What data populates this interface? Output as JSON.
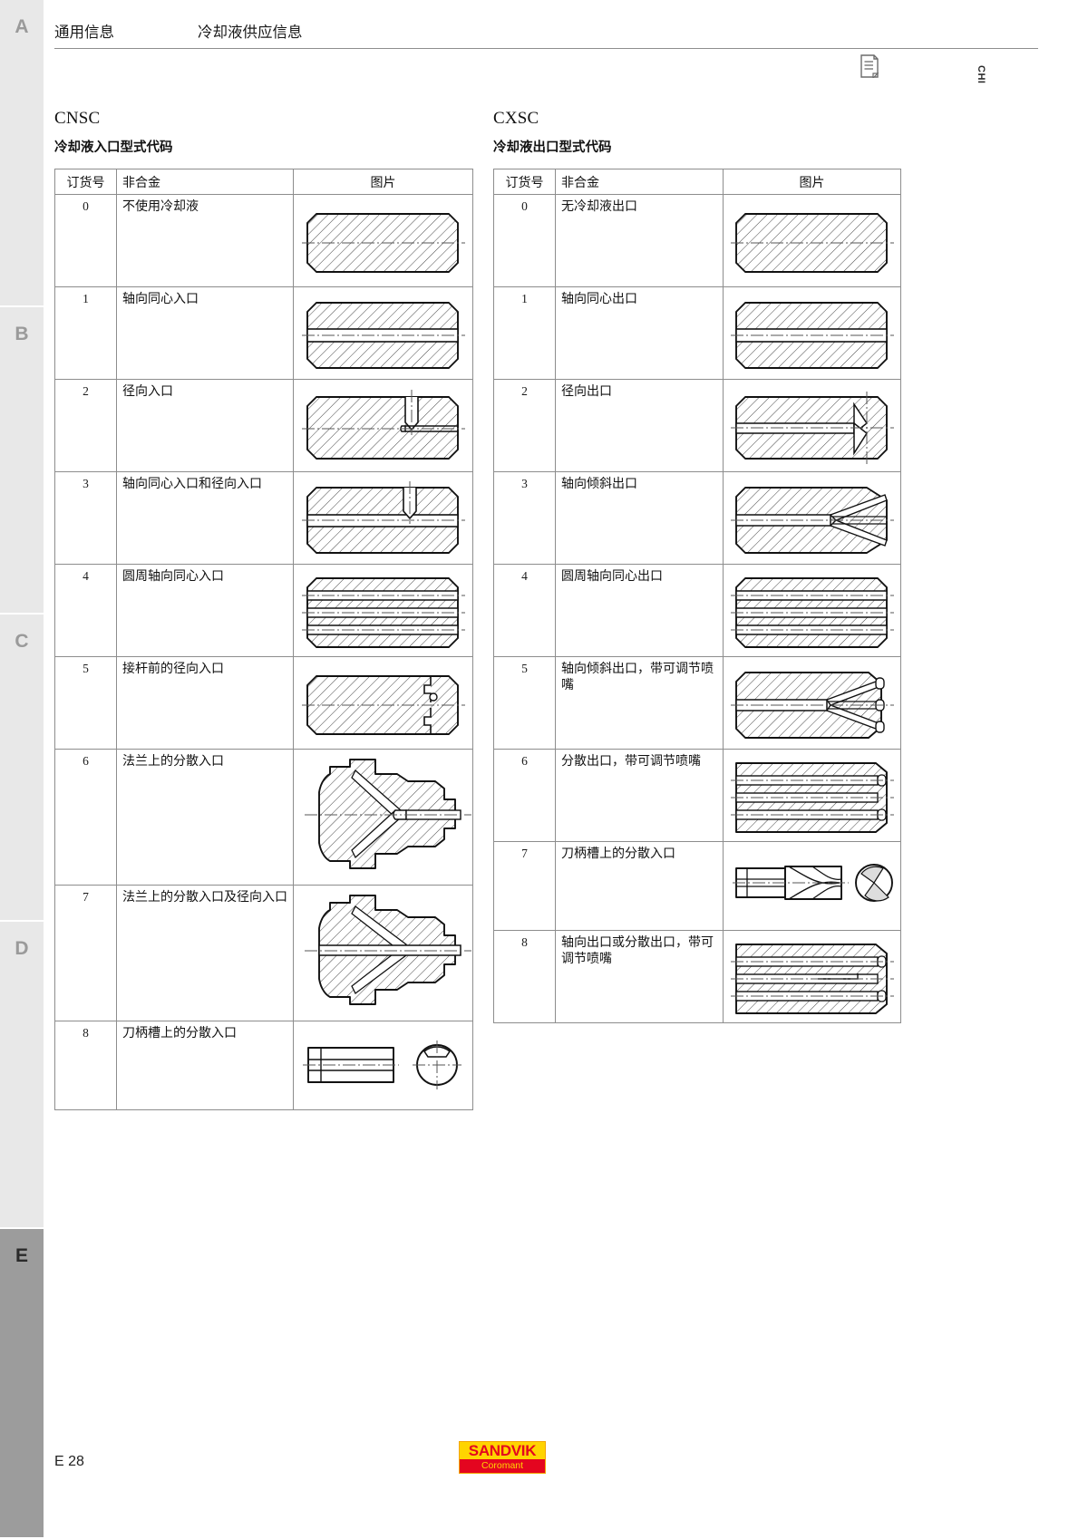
{
  "header": {
    "left_title": "通用信息",
    "right_title": "冷却液供应信息",
    "note_icon": "document-note-icon",
    "language_tag": "CHI"
  },
  "sidebar": {
    "tabs": [
      {
        "letter": "A",
        "active": false
      },
      {
        "letter": "B",
        "active": false
      },
      {
        "letter": "C",
        "active": false
      },
      {
        "letter": "D",
        "active": false
      },
      {
        "letter": "E",
        "active": true
      }
    ]
  },
  "columns": [
    {
      "code": "CNSC",
      "subtitle": "冷却液入口型式代码",
      "table": {
        "headers": [
          "订货号",
          "非合金",
          "图片"
        ],
        "rows": [
          {
            "order": "0",
            "desc": "不使用冷却液",
            "figure": "solid-shank-no-coolant"
          },
          {
            "order": "1",
            "desc": "轴向同心入口",
            "figure": "axial-central-bore"
          },
          {
            "order": "2",
            "desc": "径向入口",
            "figure": "radial-inlet-bore"
          },
          {
            "order": "3",
            "desc": "轴向同心入口和径向入口",
            "figure": "axial-and-radial-inlet"
          },
          {
            "order": "4",
            "desc": "圆周轴向同心入口",
            "figure": "peripheral-axial-bores"
          },
          {
            "order": "5",
            "desc": "接杆前的径向入口",
            "figure": "radial-inlet-front-of-adaptor"
          },
          {
            "order": "6",
            "desc": "法兰上的分散入口",
            "figure": "flange-distributed-inlet"
          },
          {
            "order": "7",
            "desc": "法兰上的分散入口及径向入口",
            "figure": "flange-distributed-and-radial-inlet"
          },
          {
            "order": "8",
            "desc": "刀柄槽上的分散入口",
            "figure": "shank-flute-distributed-inlet"
          }
        ]
      }
    },
    {
      "code": "CXSC",
      "subtitle": "冷却液出口型式代码",
      "table": {
        "headers": [
          "订货号",
          "非合金",
          "图片"
        ],
        "rows": [
          {
            "order": "0",
            "desc": "无冷却液出口",
            "figure": "solid-no-coolant-outlet"
          },
          {
            "order": "1",
            "desc": "轴向同心出口",
            "figure": "axial-central-outlet"
          },
          {
            "order": "2",
            "desc": "径向出口",
            "figure": "radial-outlet"
          },
          {
            "order": "3",
            "desc": "轴向倾斜出口",
            "figure": "axial-inclined-outlet"
          },
          {
            "order": "4",
            "desc": "圆周轴向同心出口",
            "figure": "peripheral-axial-outlet"
          },
          {
            "order": "5",
            "desc": "轴向倾斜出口，带可调节喷嘴",
            "figure": "axial-inclined-outlet-adjustable-nozzle"
          },
          {
            "order": "6",
            "desc": "分散出口，带可调节喷嘴",
            "figure": "distributed-outlet-adjustable-nozzle"
          },
          {
            "order": "7",
            "desc": "刀柄槽上的分散入口",
            "figure": "endmill-flute-distributed-outlet"
          },
          {
            "order": "8",
            "desc": "轴向出口或分散出口，带可调节喷嘴",
            "figure": "axial-or-distributed-outlet-adjustable-nozzle"
          }
        ]
      }
    }
  ],
  "footer": {
    "page_number": "E 28",
    "logo_top": "SANDVIK",
    "logo_bottom": "Coromant"
  }
}
